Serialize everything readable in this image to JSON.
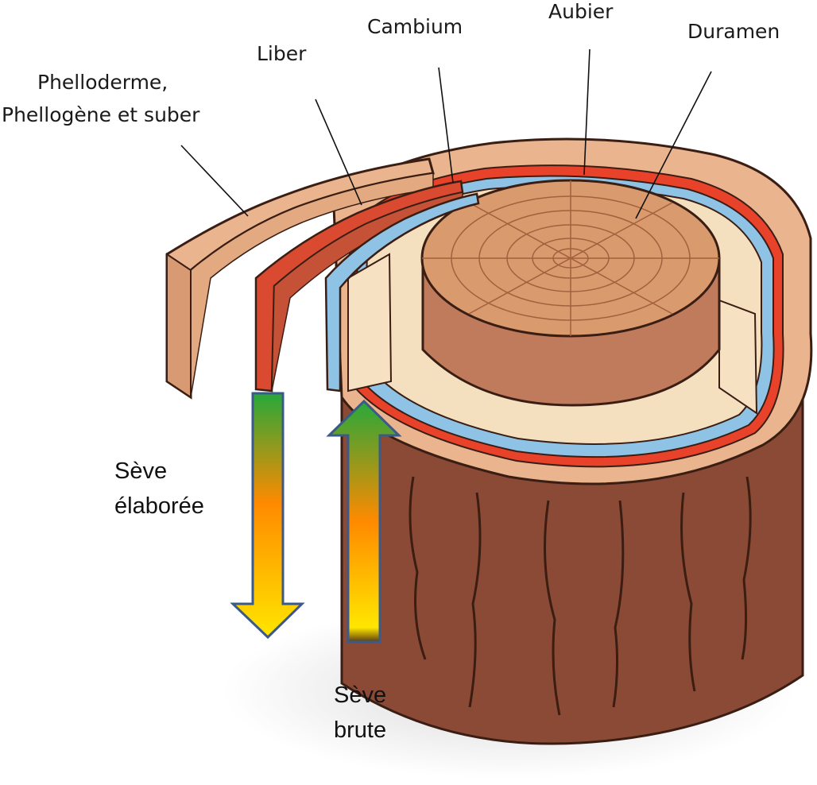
{
  "labels": {
    "cambium": "Cambium",
    "aubier": "Aubier",
    "duramen": "Duramen",
    "liber": "Liber",
    "phelloderme_line1": "Phelloderme,",
    "phelloderme_line2": "Phellogène et suber"
  },
  "arrows": {
    "seve_elaboree_line1": "Sève",
    "seve_elaboree_line2": "élaborée",
    "seve_brute_line1": "Sève",
    "seve_brute_line2": "brute"
  },
  "colors": {
    "bark_outer": "#e9b08b",
    "bark_dark": "#8a4a35",
    "liber_red": "#e8432a",
    "cambium_blue": "#8fc3e6",
    "aubier_cream": "#f4dfbf",
    "duramen_tan": "#d99a6e",
    "arrow_green": "#2e9e3a",
    "arrow_orange": "#ff8c00",
    "arrow_yellow": "#ffe400"
  }
}
